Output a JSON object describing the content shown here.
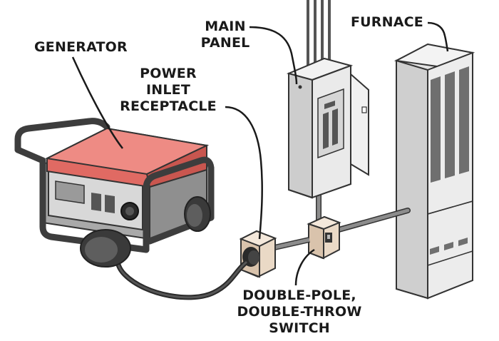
{
  "labels": {
    "generator": "GENERATOR",
    "inlet": [
      "POWER",
      "INLET",
      "RECEPTACLE"
    ],
    "main_panel": [
      "MAIN",
      "PANEL"
    ],
    "furnace": "FURNACE",
    "switch": [
      "DOUBLE-POLE,",
      "DOUBLE-THROW",
      "SWITCH"
    ]
  },
  "colors": {
    "ink": "#1a1a1a",
    "generator_tank": "#e06a63",
    "generator_tank_top": "#ee8b84",
    "frame": "#3d3d3d",
    "engine_gray": "#9a9a9a",
    "panel_gray": "#e8e8e8",
    "receptacle_tan": "#e9d9c8",
    "conduit_gray": "#8c8c8c"
  }
}
